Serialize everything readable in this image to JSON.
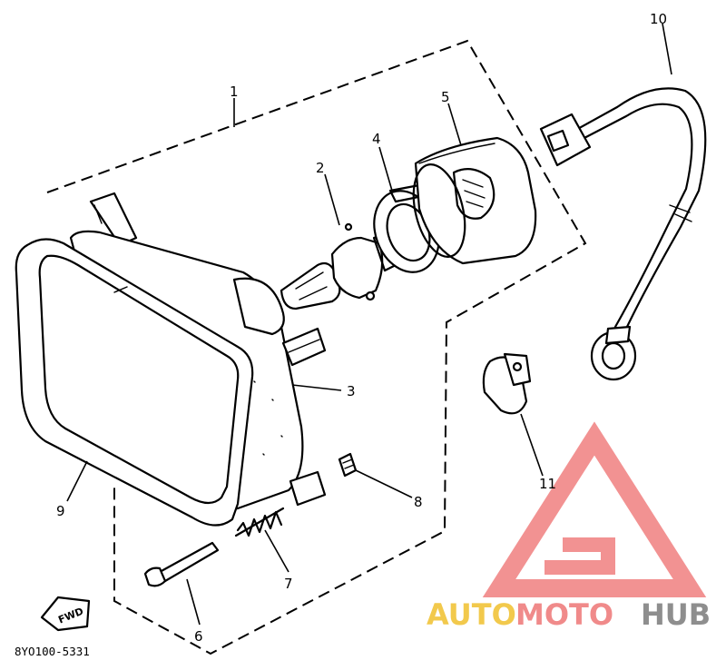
{
  "callouts": [
    {
      "id": "1",
      "label": "1"
    },
    {
      "id": "2",
      "label": "2"
    },
    {
      "id": "3",
      "label": "3"
    },
    {
      "id": "4",
      "label": "4"
    },
    {
      "id": "5",
      "label": "5"
    },
    {
      "id": "6",
      "label": "6"
    },
    {
      "id": "7",
      "label": "7"
    },
    {
      "id": "8",
      "label": "8"
    },
    {
      "id": "9",
      "label": "9"
    },
    {
      "id": "10",
      "label": "10"
    },
    {
      "id": "11",
      "label": "11"
    }
  ],
  "direction_marker": "FWD",
  "figure_code": "8YO100-5331",
  "watermark": {
    "part1": "AUTO",
    "part2": "MOTO",
    "part3": "HUB",
    "colors": {
      "part1": "#f2c94c",
      "part2": "#f08a8a",
      "part3": "#8e8e8e",
      "logo": "#f07f7f"
    }
  }
}
